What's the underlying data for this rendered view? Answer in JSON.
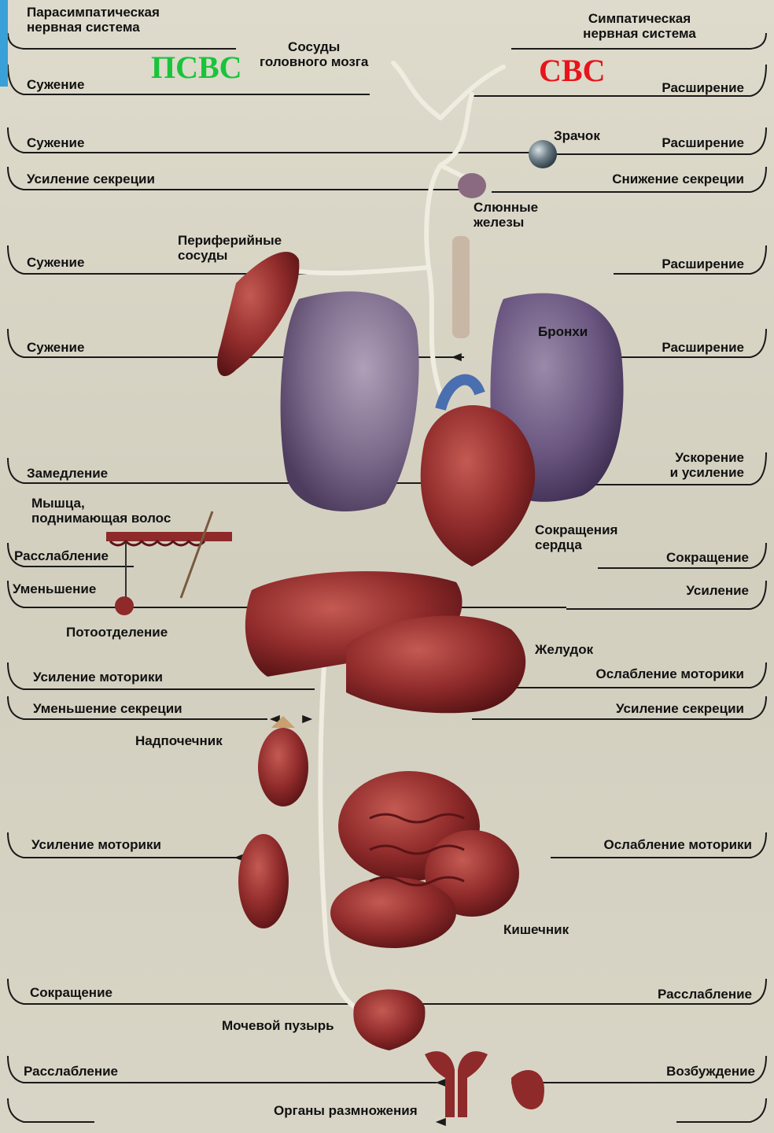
{
  "header": {
    "left_title": "Парасимпатическая\nнервная система",
    "right_title": "Симпатическая\nнервная система",
    "left_abbr": "ПСВС",
    "right_abbr": "СВС",
    "left_abbr_color": "#19c43a",
    "right_abbr_color": "#e8141a"
  },
  "organs": {
    "brain_vessels": "Сосуды\nголовного мозга",
    "pupil": "Зрачок",
    "salivary": "Слюнные\nжелезы",
    "peripheral": "Периферийные\nсосуды",
    "bronchi": "Бронхи",
    "heart": "Сокращения\nсердца",
    "hair_muscle": "Мышца,\nподнимающая волос",
    "sweat": "Потоотделение",
    "stomach": "Желудок",
    "adrenal": "Надпочечник",
    "intestine": "Кишечник",
    "bladder": "Мочевой пузырь",
    "reproductive": "Органы размножения"
  },
  "parasympathetic": [
    "Сужение",
    "Сужение",
    "Усиление секреции",
    "Сужение",
    "Сужение",
    "Замедление",
    "Расслабление",
    "Уменьшение",
    "Усиление моторики",
    "Уменьшение секреции",
    "Усиление моторики",
    "Сокращение",
    "Расслабление"
  ],
  "sympathetic": [
    "Расширение",
    "Расширение",
    "Снижение секреции",
    "Расширение",
    "Расширение",
    "Ускорение\nи усиление",
    "Сокращение",
    "Усиление",
    "Ослабление моторики",
    "Усиление секреции",
    "Ослабление моторики",
    "Расслабление",
    "Возбуждение"
  ],
  "colors": {
    "organ_dark": "#7a1d1f",
    "organ_mid": "#a63a3a",
    "lung": "#5e4a6e",
    "nerve": "#f0eee4"
  }
}
